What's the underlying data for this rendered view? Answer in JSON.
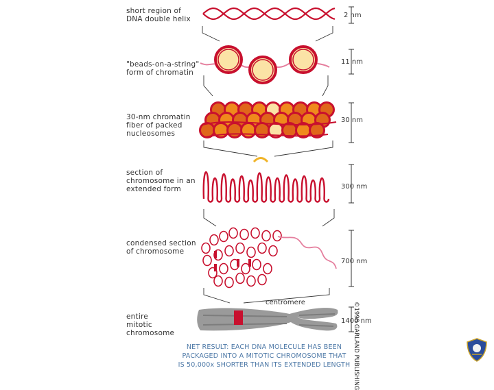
{
  "stages": [
    {
      "label": "short region of\nDNA double helix",
      "scale": "2 nm"
    },
    {
      "label": "\"beads-on-a-string\"\nform of chromatin",
      "scale": "11 nm"
    },
    {
      "label": "30-nm chromatin\nfiber of packed\nnucleosomes",
      "scale": "30 nm"
    },
    {
      "label": "section of\nchromosome in an\nextended form",
      "scale": "300 nm"
    },
    {
      "label": "condensed section\nof chromosome",
      "scale": "700 nm"
    },
    {
      "label": "entire\nmitotic\nchromosome",
      "scale": "1400 nm"
    }
  ],
  "centromere_label": "centromere",
  "net_result": "NET RESULT: EACH DNA MOLECULE HAS BEEN\nPACKAGED INTO A MITOTIC CHROMOSOME THAT\nIS 50,000x SHORTER THAN ITS EXTENDED LENGTH",
  "copyright": "©1998 GARLAND PUBLISHING",
  "colors": {
    "dna": "#c8102e",
    "bead_fill": "#fbe3a6",
    "orange": "#f08a1c",
    "linker": "#e57f9e",
    "chromosome": "#9a9a9a",
    "text_blue": "#4e79a7"
  }
}
